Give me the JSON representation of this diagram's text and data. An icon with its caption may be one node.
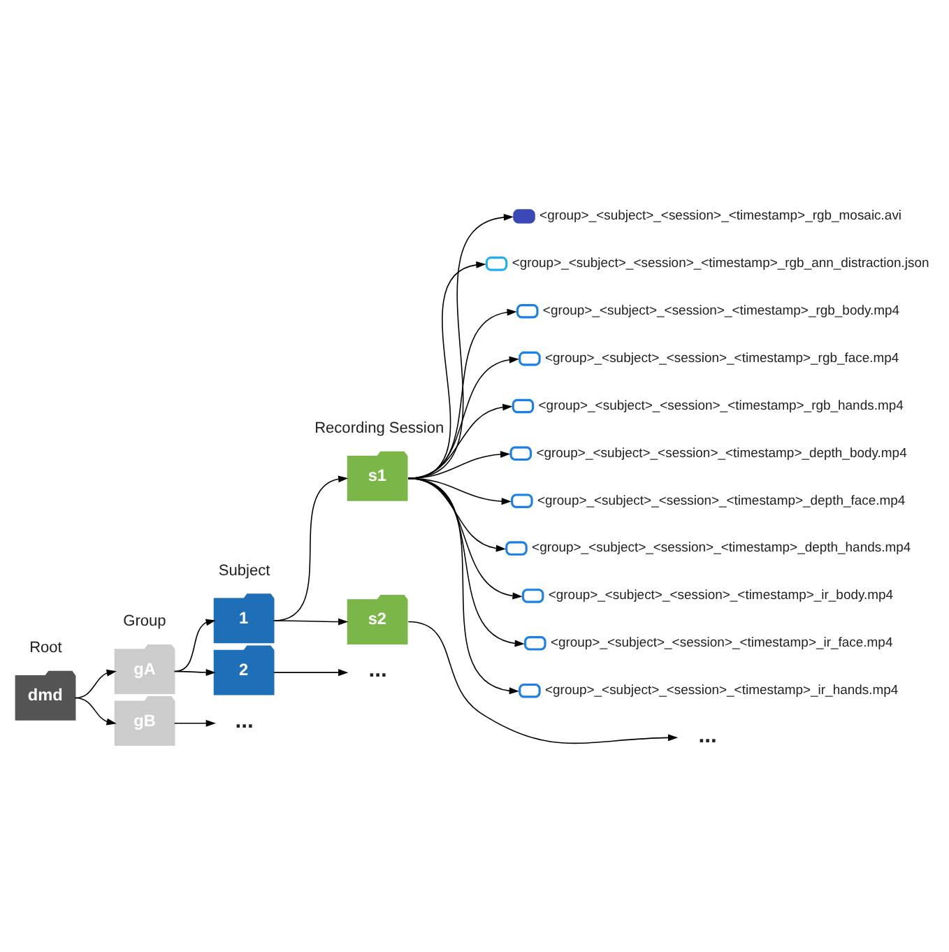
{
  "diagram": {
    "nodes": [
      {
        "text": [
          "dmd"
        ],
        "beside": [
          "Root"
        ]
      },
      {
        "text": [
          "gA"
        ],
        "beside": [
          "Group"
        ]
      },
      {
        "text": [
          "1"
        ],
        "beside": [
          "Subject"
        ]
      },
      {
        "text": [
          "s1"
        ],
        "beside": [
          "Recording Session"
        ]
      },
      {
        "text": [
          "<group>_<subject>_<session>_<timestamp>_rgb_mosaic.avi"
        ]
      },
      {
        "text": [
          "<group>_<subject>_<session>_<timestamp>_rgb_ann_distraction.json"
        ]
      },
      {
        "text": [
          "<group>_<subject>_<session>_<timestamp>_rgb_body.mp4"
        ]
      },
      {
        "text": [
          "<group>_<subject>_<session>_<timestamp>_rgb_face.mp4"
        ]
      },
      {
        "text": [
          "<group>_<subject>_<session>_<timestamp>_rgb_hands.mp4"
        ]
      },
      {
        "text": [
          "<group>_<subject>_<session>_<timestamp>_depth_body.mp4"
        ]
      },
      {
        "text": [
          "<group>_<subject>_<session>_<timestamp>_depth_face.mp4"
        ]
      },
      {
        "text": [
          "<group>_<subject>_<session>_<timestamp>_depth_hands.mp4"
        ]
      },
      {
        "text": [
          "<group>_<subject>_<session>_<timestamp>_ir_body.mp4"
        ]
      },
      {
        "text": [
          "<group>_<subject>_<session>_<timestamp>_ir_face.mp4"
        ]
      },
      {
        "text": [
          "<group>_<subject>_<session>_<timestamp>_ir_hands.mp4"
        ]
      },
      {
        "text": [
          "s2"
        ]
      },
      {
        "text": [
          "..."
        ]
      },
      {
        "text": [
          "2"
        ]
      },
      {
        "text": [
          "..."
        ]
      },
      {
        "text": [
          "gB"
        ]
      },
      {
        "text": [
          "..."
        ]
      }
    ],
    "edges": [
      {
        "from": 0,
        "to": 1,
        "arrow": "to"
      },
      {
        "from": 1,
        "to": 2,
        "arrow": "to"
      },
      {
        "from": 2,
        "to": 3,
        "arrow": "to"
      },
      {
        "from": 3,
        "to": 4,
        "arrow": "to"
      },
      {
        "from": 3,
        "to": 5,
        "arrow": "to"
      },
      {
        "from": 3,
        "to": 6,
        "arrow": "to"
      },
      {
        "from": 3,
        "to": 7,
        "arrow": "to"
      },
      {
        "from": 3,
        "to": 8,
        "arrow": "to"
      },
      {
        "from": 3,
        "to": 9,
        "arrow": "to"
      },
      {
        "from": 3,
        "to": 10,
        "arrow": "to"
      },
      {
        "from": 3,
        "to": 11,
        "arrow": "to"
      },
      {
        "from": 3,
        "to": 12,
        "arrow": "to"
      },
      {
        "from": 3,
        "to": 13,
        "arrow": "to"
      },
      {
        "from": 3,
        "to": 14,
        "arrow": "to"
      },
      {
        "from": 2,
        "to": 15,
        "arrow": "to"
      },
      {
        "from": 15,
        "to": 16,
        "arrow": "to"
      },
      {
        "from": 1,
        "to": 17,
        "arrow": "to"
      },
      {
        "from": 17,
        "to": 18,
        "arrow": "to"
      },
      {
        "from": 0,
        "to": 19,
        "arrow": "to"
      },
      {
        "from": 19,
        "to": 20,
        "arrow": "to"
      }
    ]
  }
}
